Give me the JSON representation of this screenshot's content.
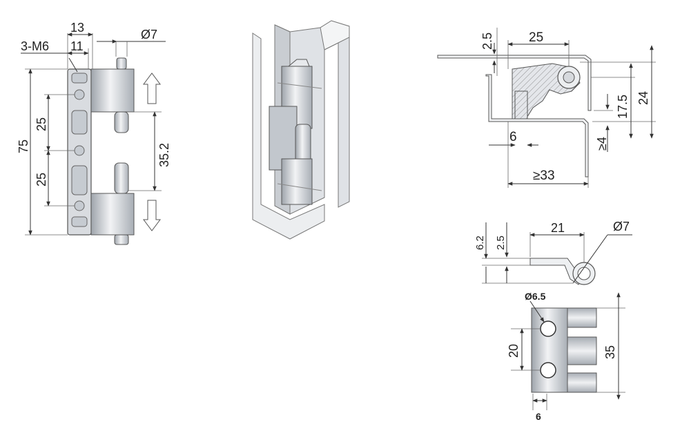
{
  "drawing": {
    "front_view": {
      "dims": {
        "w13": "13",
        "w11": "11",
        "thread": "3-M6",
        "pin_dia": "Ø7",
        "h75": "75",
        "p25a": "25",
        "p25b": "25",
        "h35_2": "35.2"
      }
    },
    "section_view": {
      "dims": {
        "t2_5": "2.5",
        "w25": "25",
        "h24": "24",
        "h17_5": "17.5",
        "w6": "6",
        "gap4": "≥4",
        "w33": "≥33"
      }
    },
    "leaf_view": {
      "dims": {
        "t6_2": "6.2",
        "t2_5": "2.5",
        "w21": "21",
        "pin_dia": "Ø7",
        "hole_dia": "Ø6.5",
        "p20": "20",
        "h35": "35",
        "e6": "6"
      }
    }
  }
}
